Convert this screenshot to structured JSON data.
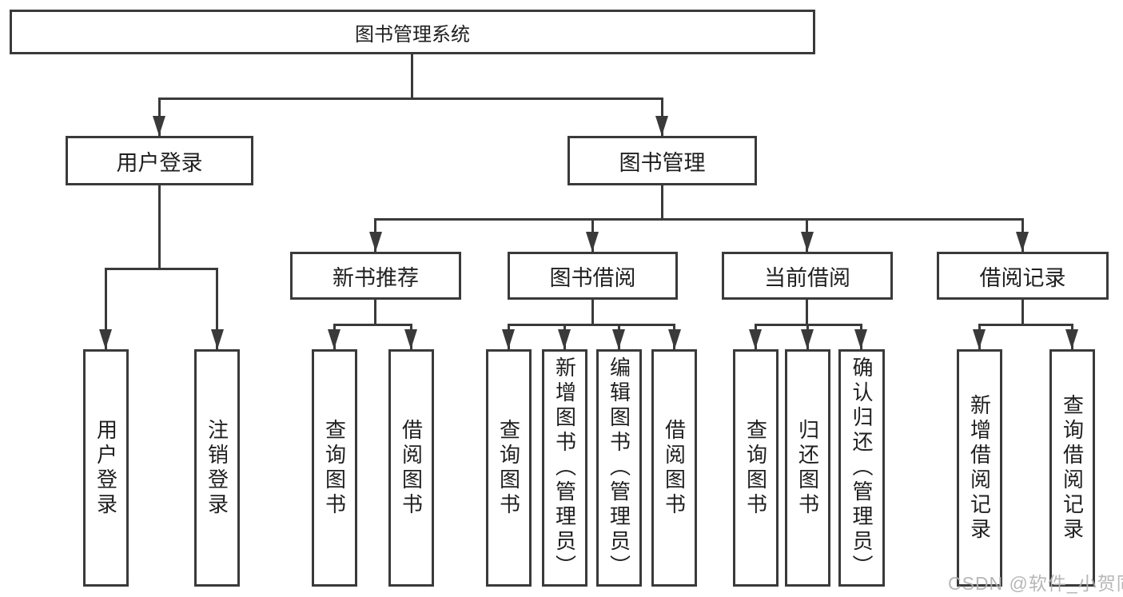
{
  "nodes": {
    "root": "图书管理系统",
    "user_login": "用户登录",
    "book_mgmt": "图书管理",
    "new_books": "新书推荐",
    "book_borrow": "图书借阅",
    "current_borrow": "当前借阅",
    "borrow_records": "借阅记录",
    "leaves": {
      "user_login": [
        "用户登录",
        "注销登录"
      ],
      "new_books": [
        "查询图书",
        "借阅图书"
      ],
      "book_borrow": [
        "查询图书",
        "新增图书（管理员）",
        "编辑图书（管理员）",
        "借阅图书"
      ],
      "current_borrow": [
        "查询图书",
        "归还图书",
        "确认归还（管理员）"
      ],
      "borrow_records": [
        "新增借阅记录",
        "查询借阅记录"
      ]
    }
  },
  "watermark": "CSDN @软件_小贺同学",
  "colors": {
    "line": "#3a3a3a",
    "text": "#1f1f1f",
    "bg": "#ffffff",
    "watermark": "#b0b0b0"
  }
}
